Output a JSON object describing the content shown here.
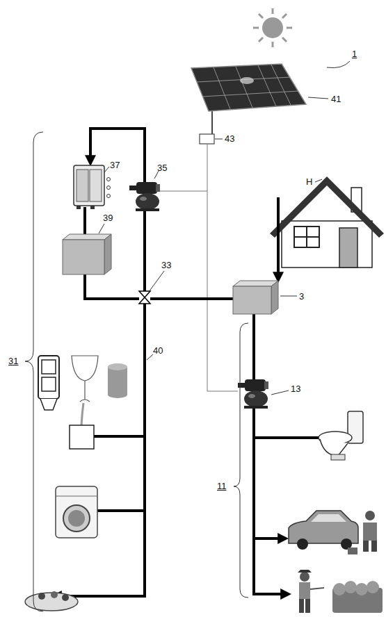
{
  "diagram": {
    "labels": [
      "1",
      "41",
      "43",
      "H",
      "37",
      "35",
      "39",
      "33",
      "3",
      "40",
      "31",
      "13",
      "11"
    ]
  }
}
